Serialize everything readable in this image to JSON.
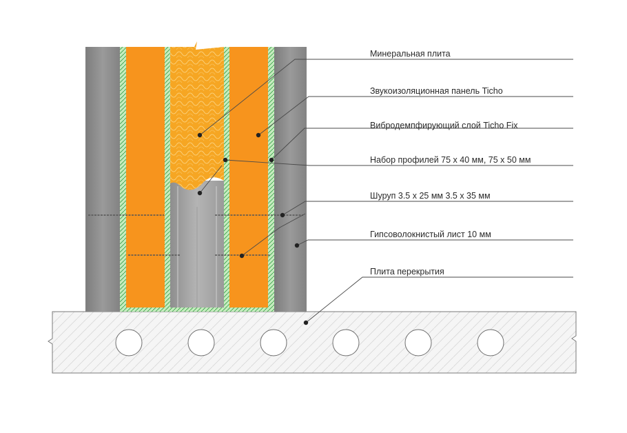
{
  "labels": {
    "mineral_board": "Минеральная плита",
    "sound_panel": "Звукоизоляционная панель Ticho",
    "vibration_layer": "Вибродемпфирующий слой Ticho Fix",
    "profiles": "Набор профилей 75 х 40 мм, 75 х 50 мм",
    "screw": "Шуруп 3.5 х 25 мм  3.5 х 35 мм",
    "gypsum_sheet": "Гипсоволокнистый  лист 10 мм",
    "floor_slab": "Плита перекрытия"
  },
  "colors": {
    "gypsum": "#8c8c8c",
    "ticho_panel": "#f7941d",
    "mineral_wool": "#f5a520",
    "vibration_layer": "#b6e4b0",
    "profile": "#a2a2a2",
    "slab": "#f4f4f4"
  }
}
